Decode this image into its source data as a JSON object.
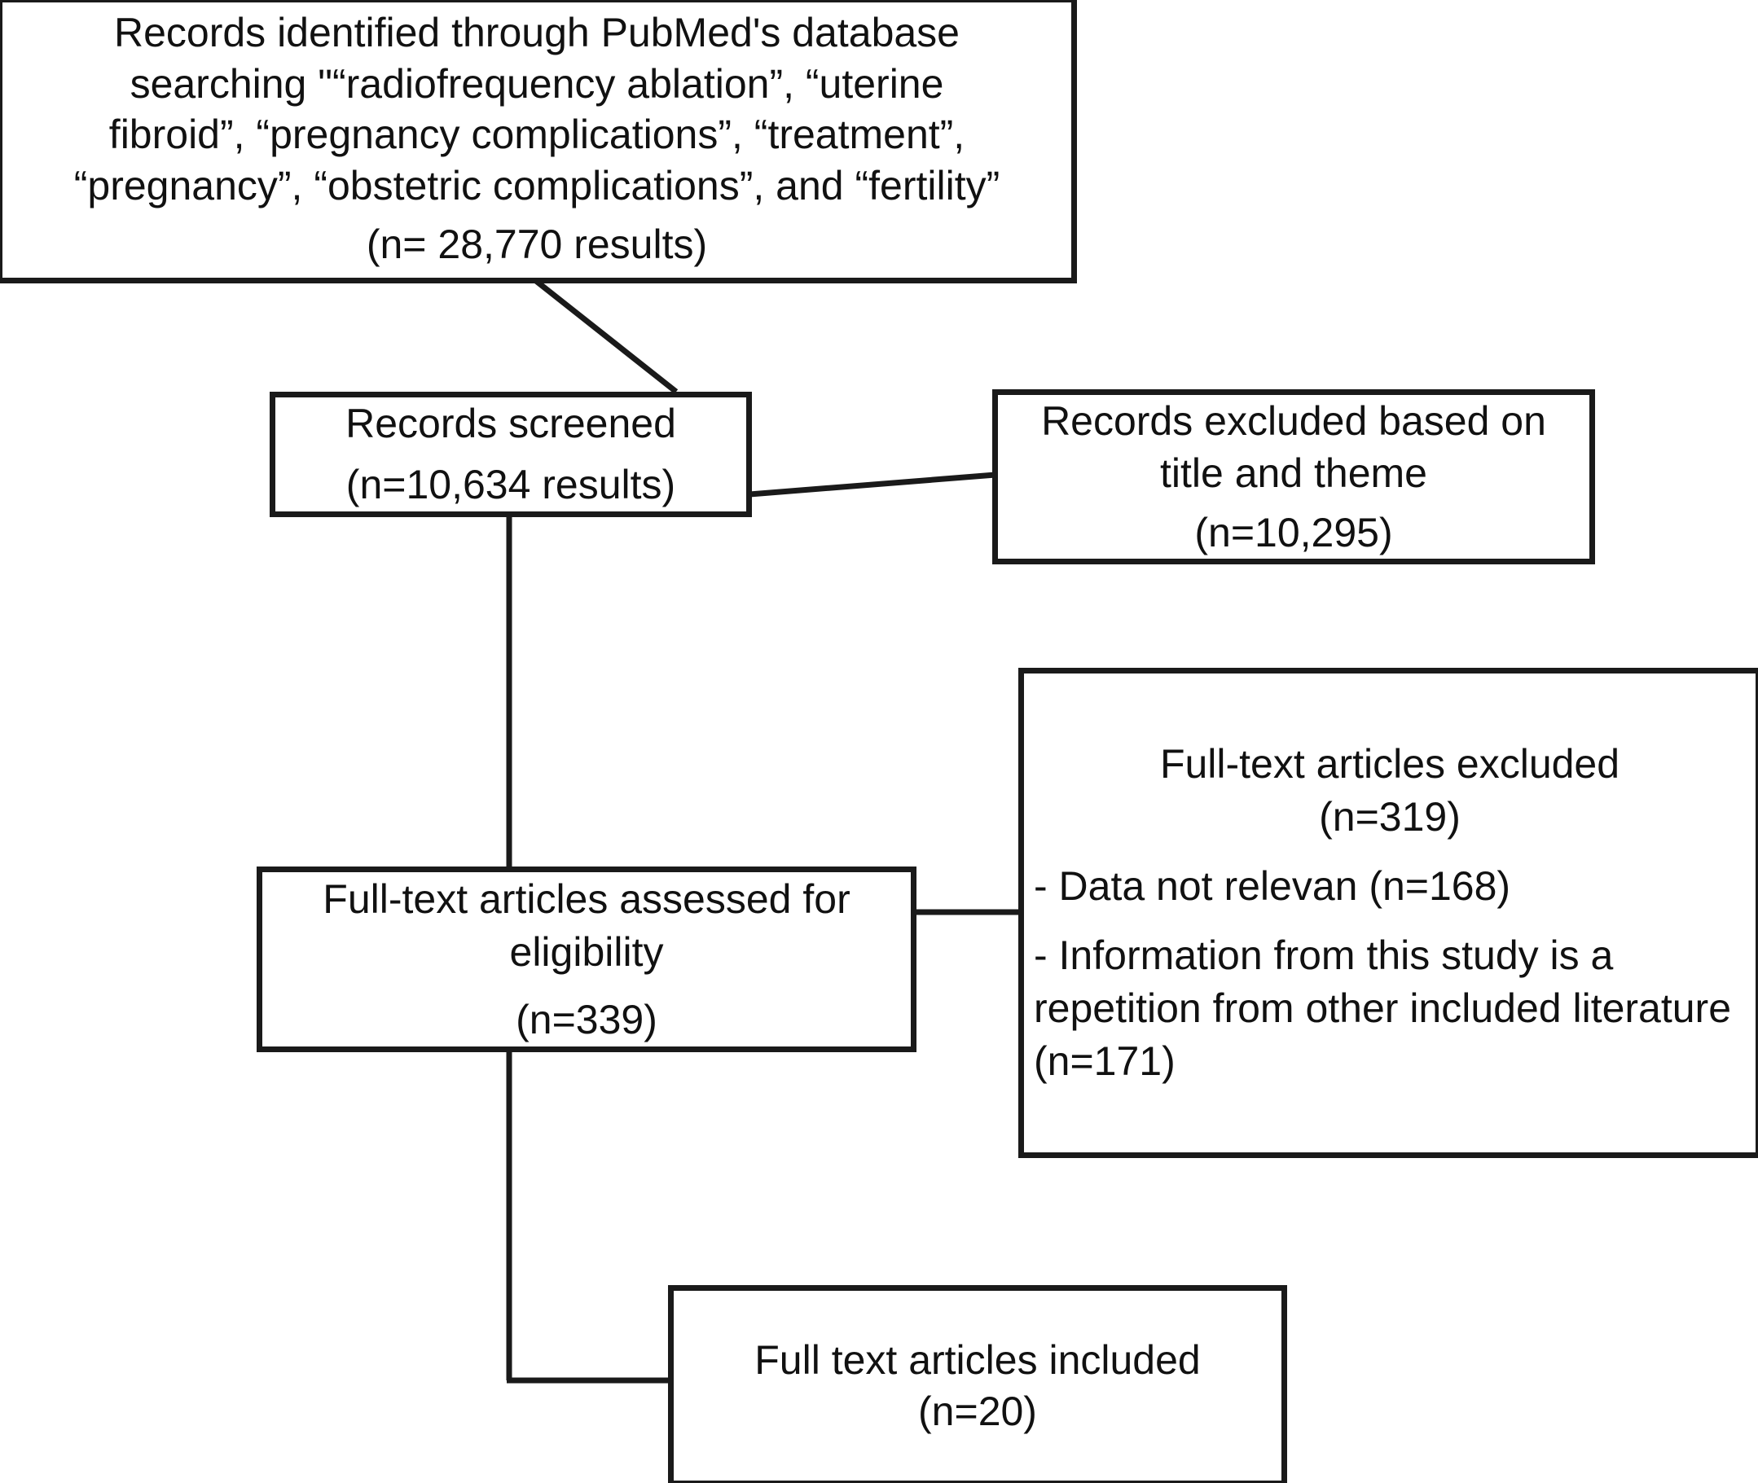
{
  "diagram": {
    "type": "prisma-flow-diagram",
    "nodes": {
      "identified": {
        "line1": "Records identified through PubMed's database",
        "line2": "searching \"“radiofrequency ablation”, “uterine",
        "line3": "fibroid”, “pregnancy complications”, “treatment”,",
        "line4": "“pregnancy”, “obstetric complications”, and “fertility”",
        "count": "(n= 28,770 results)"
      },
      "screened": {
        "label": "Records screened",
        "count": "(n=10,634 results)"
      },
      "excluded_title_theme": {
        "line1": "Records excluded based on",
        "line2": "title and theme",
        "count": "(n=10,295)"
      },
      "fulltext_excluded": {
        "label": "Full-text articles excluded",
        "count": "(n=319)",
        "reason1": "- Data not relevan (n=168)",
        "reason2": "- Information from this study is a repetition from other included literature (n=171)"
      },
      "assessed": {
        "line1": "Full-text articles assessed for",
        "line2": "eligibility",
        "count": "(n=339)"
      },
      "included": {
        "label": "Full text articles included",
        "count": "(n=20)"
      }
    },
    "colors": {
      "stroke": "#1a1a1a",
      "background": "#ffffff",
      "text": "#111111"
    }
  }
}
